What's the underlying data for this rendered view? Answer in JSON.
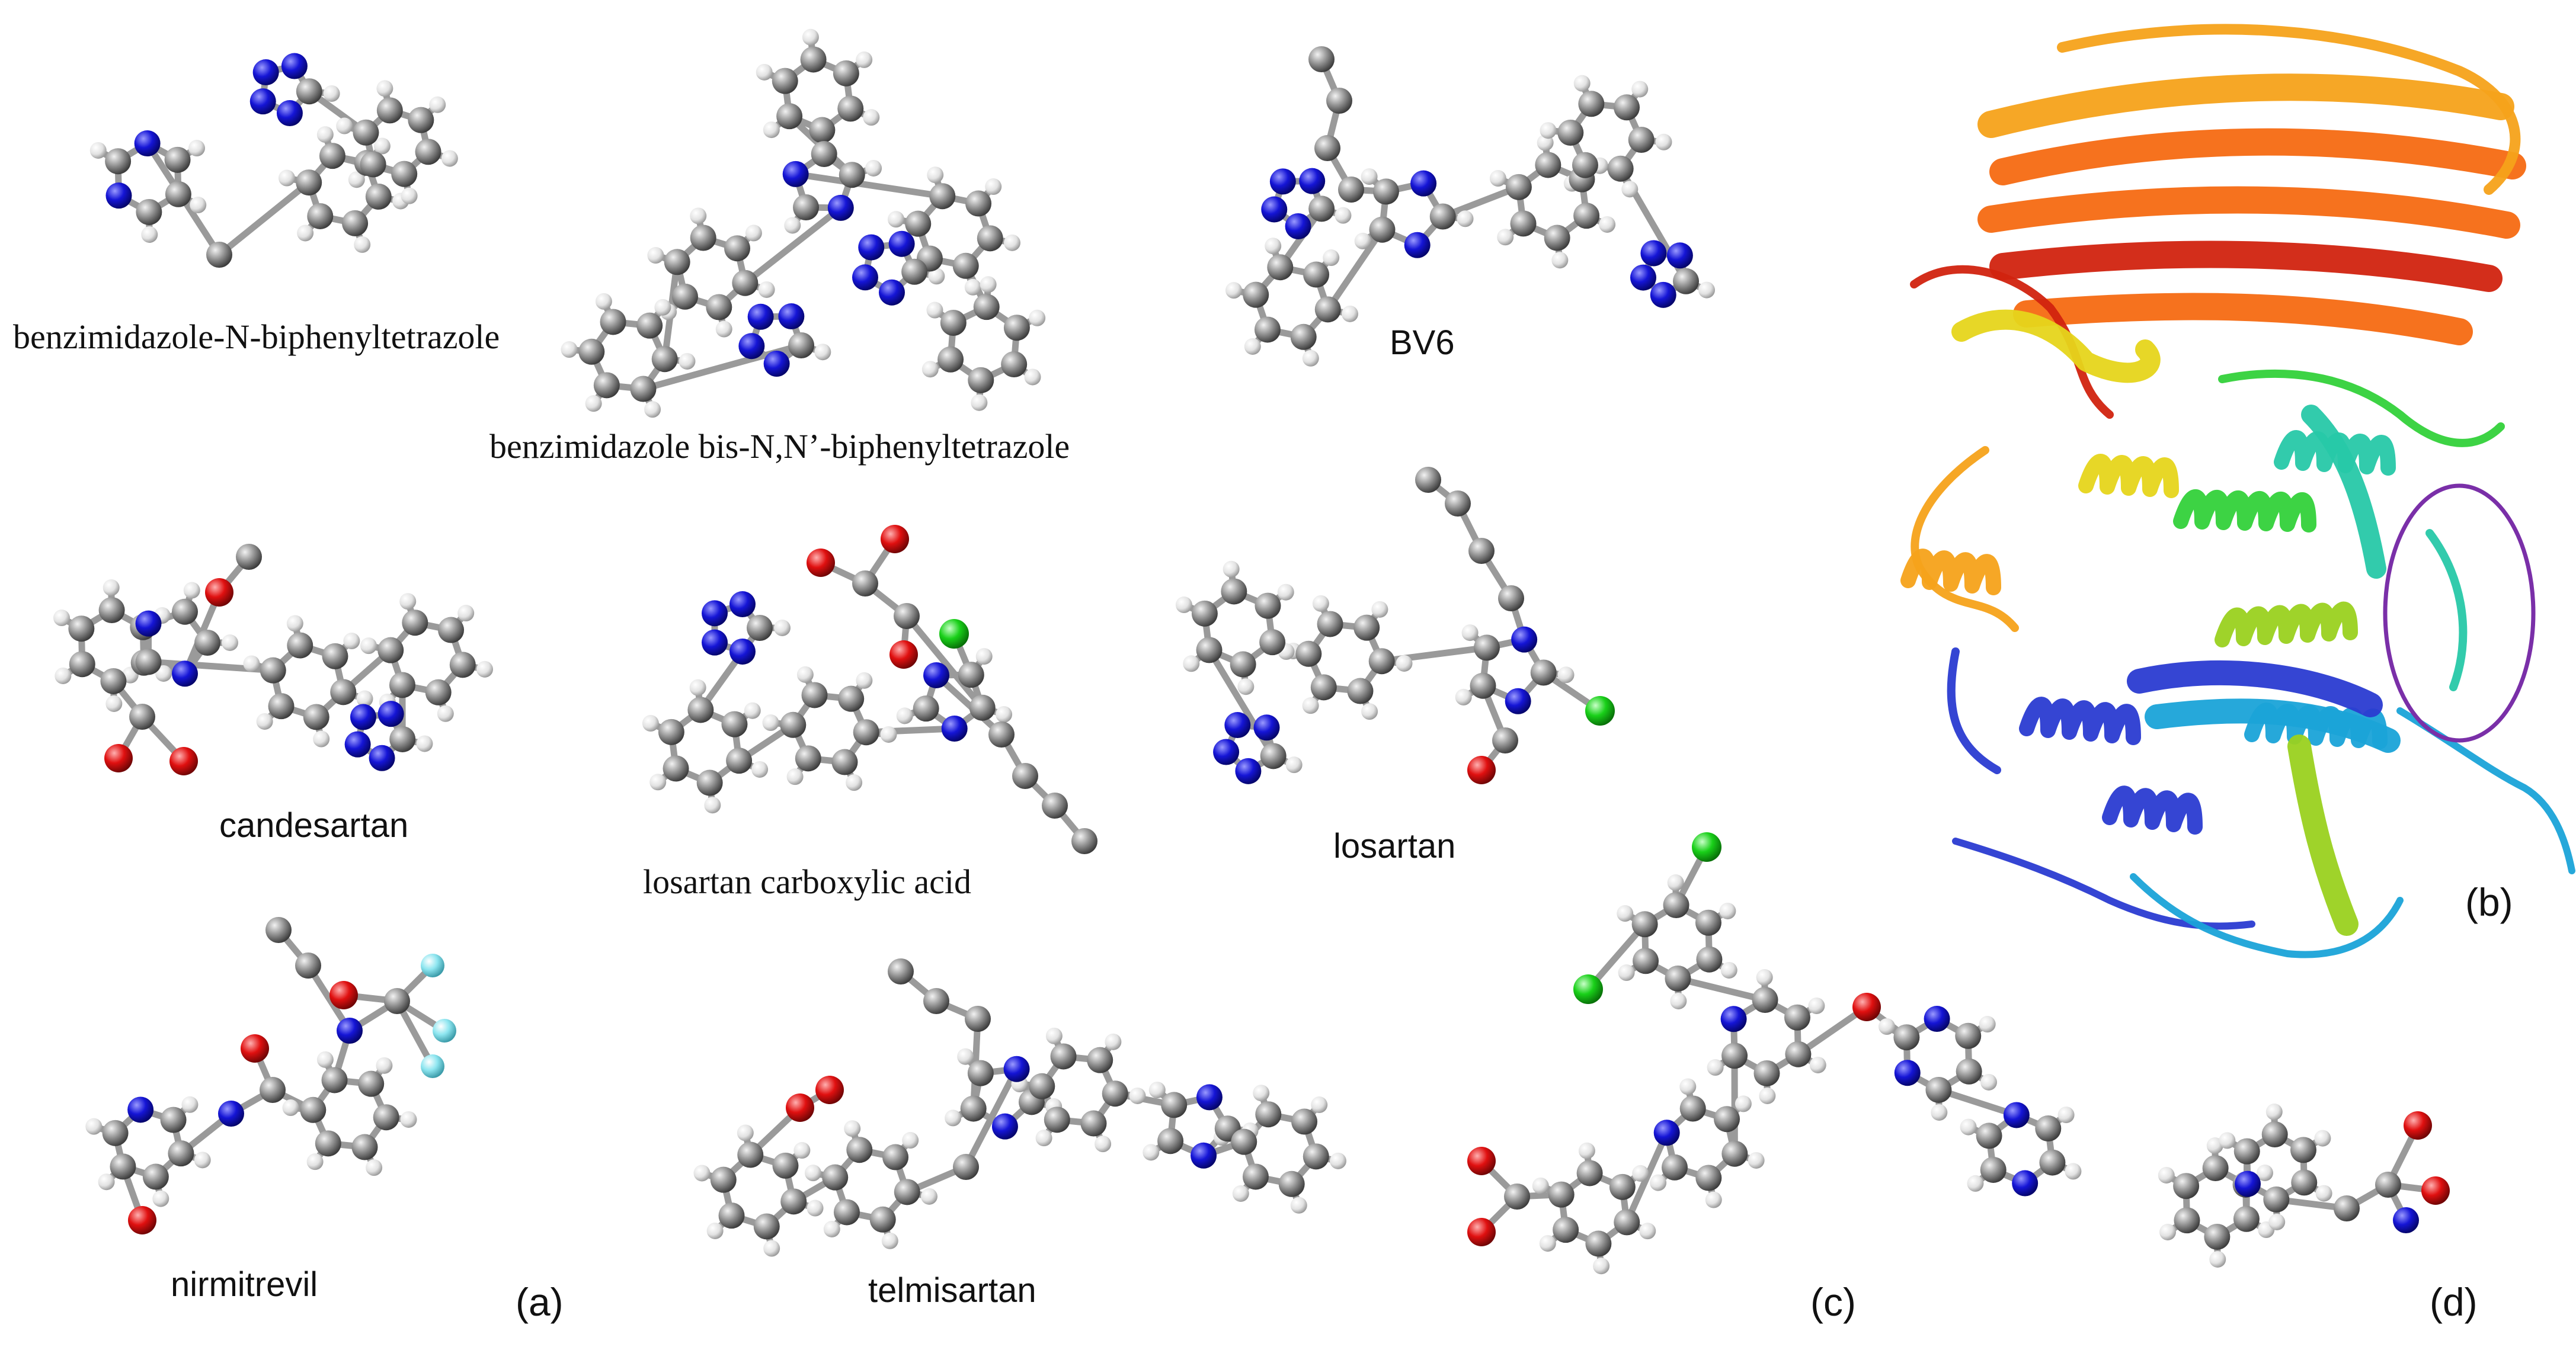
{
  "figure": {
    "molecule_labels": {
      "benzimidazole_n": "benzimidazole-N-biphenyltetrazole",
      "benzimidazole_bis": "benzimidazole  bis-N,N’-biphenyltetrazole",
      "bv6": "BV6",
      "candesartan": "candesartan",
      "losartan_acid": "losartan  carboxylic acid",
      "losartan": "losartan",
      "nirmitrevil": "nirmitrevil",
      "telmisartan": "telmisartan"
    },
    "panel_labels": {
      "a": "(a)",
      "b": "(b)",
      "c": "(c)",
      "d": "(d)"
    },
    "binding_site_marker": {
      "shape": "ellipse",
      "color": "#7a2fa8"
    }
  },
  "colors": {
    "carbon": "#8c8c8c",
    "hydrogen": "#e8e8e8",
    "nitrogen": "#1515d6",
    "oxygen": "#e01010",
    "chlorine": "#19d019",
    "fluorine": "#8ee6f0",
    "protein_ramp": [
      "#2a3bd1",
      "#1aa3d8",
      "#27c8a8",
      "#33d13a",
      "#9ad11f",
      "#e6d51b",
      "#f5a21a",
      "#f56a12",
      "#d1230f"
    ]
  }
}
